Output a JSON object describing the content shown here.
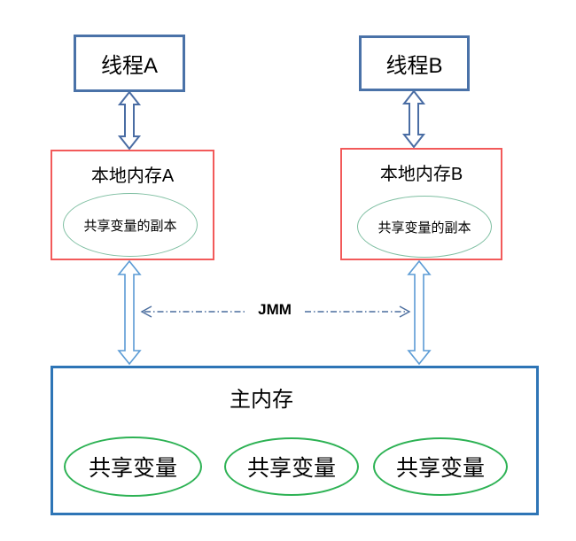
{
  "diagram": {
    "thread_a_label": "线程A",
    "thread_b_label": "线程B",
    "local_memory_a": {
      "title": "本地内存A",
      "copy_label": "共享变量的副本"
    },
    "local_memory_b": {
      "title": "本地内存B",
      "copy_label": "共享变量的副本"
    },
    "jmm_label": "JMM",
    "main_memory": {
      "title": "主内存",
      "shared_vars": [
        "共享变量",
        "共享变量",
        "共享变量"
      ]
    }
  },
  "colors": {
    "thread-border": "#4a72a8",
    "local-border": "#f25a5a",
    "main-border": "#2e75b6",
    "copy-ellipse": "#7fbfa2",
    "shared-ellipse": "#2db254",
    "arrow-dark": "#4a6da4",
    "arrow-light": "#5b9bd5",
    "jmm-line": "#4a6d9e",
    "text": "#000000"
  }
}
